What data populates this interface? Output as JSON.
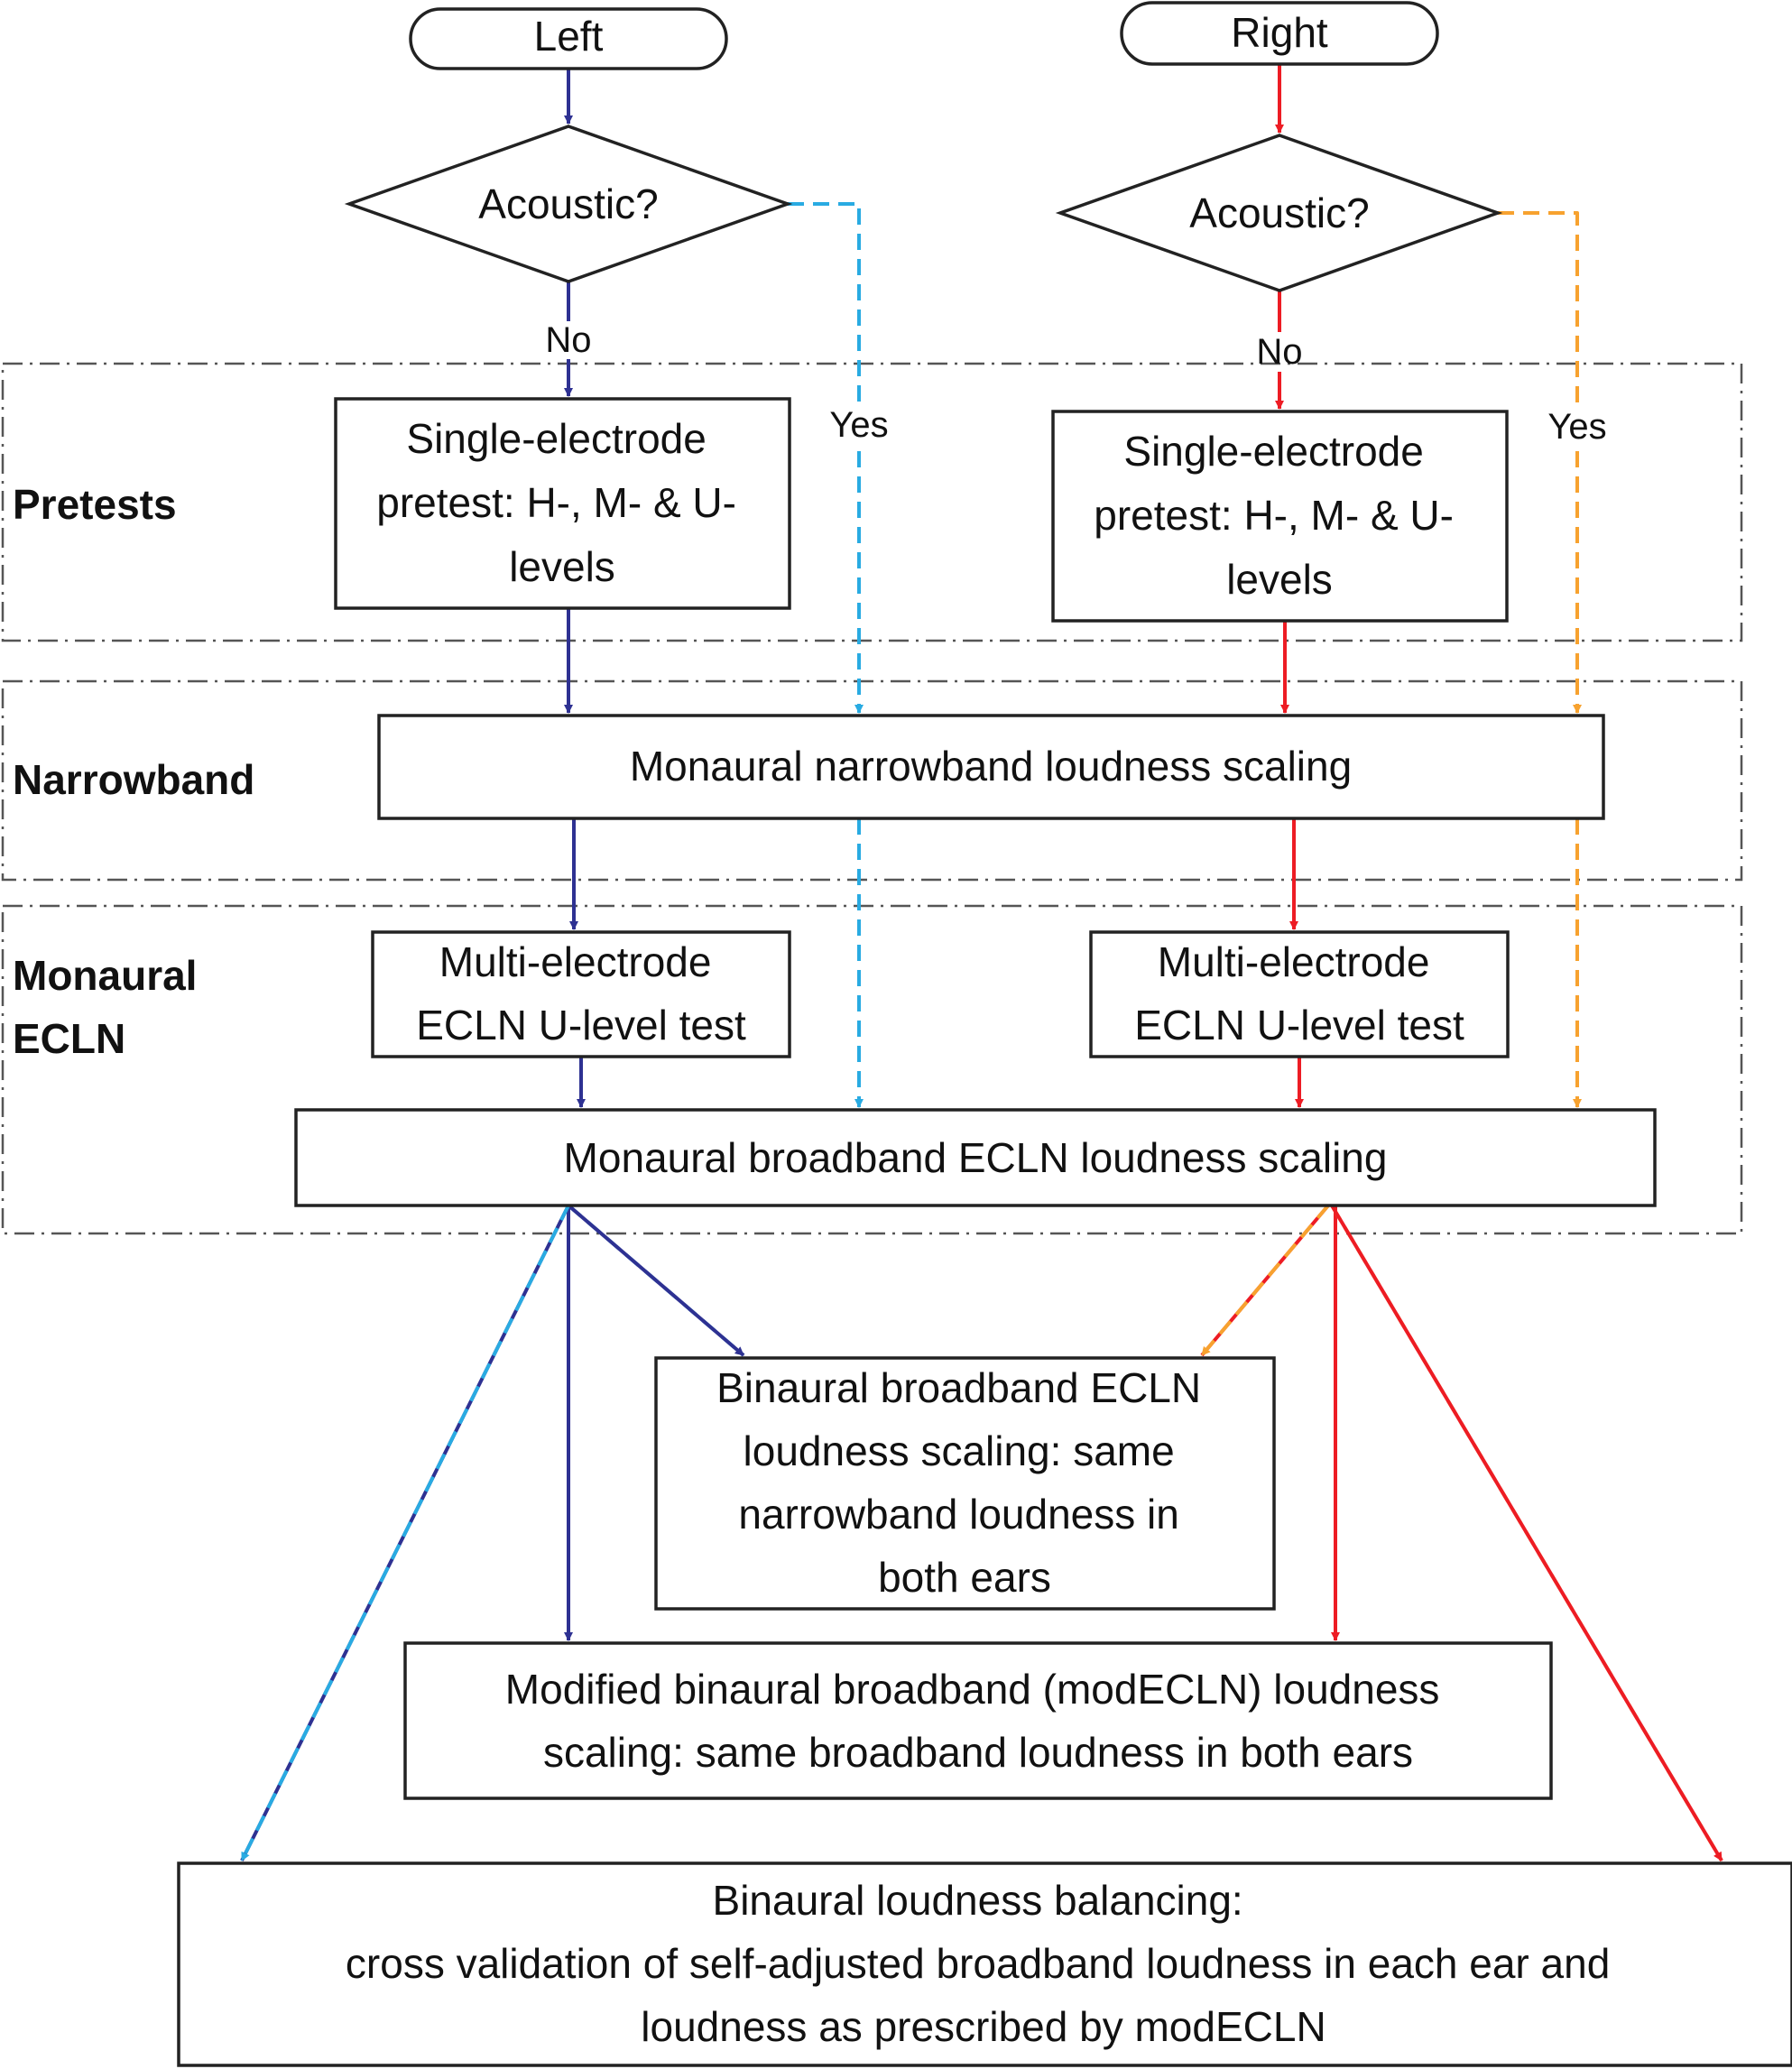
{
  "colors": {
    "left_no": "#2e3192",
    "left_yes": "#29abe2",
    "right_no": "#ed1c24",
    "right_yes": "#f7a22f"
  },
  "sections": {
    "pretests": "Pretests",
    "narrowband": "Narrowband",
    "monaural_line1": "Monaural",
    "monaural_line2": "ECLN"
  },
  "nodes": {
    "left_start": "Left",
    "right_start": "Right",
    "left_decision": "Acoustic?",
    "right_decision": "Acoustic?",
    "left_pretest": [
      "Single-electrode",
      "pretest: H-, M- & U-",
      "levels"
    ],
    "right_pretest": [
      "Single-electrode",
      "pretest: H-, M- & U-",
      "levels"
    ],
    "narrowband_scaling": "Monaural narrowband loudness scaling",
    "left_multi": [
      "Multi-electrode",
      "ECLN U-level test"
    ],
    "right_multi": [
      "Multi-electrode",
      "ECLN U-level test"
    ],
    "broadband_scaling": "Monaural broadband ECLN loudness scaling",
    "binaural_ecln": [
      "Binaural broadband ECLN",
      "loudness scaling: same",
      "narrowband loudness in",
      "both ears"
    ],
    "mod_ecln": [
      "Modified binaural broadband (modECLN) loudness",
      "scaling: same broadband loudness in both ears"
    ],
    "balancing": [
      "Binaural loudness balancing:",
      "cross validation of self-adjusted broadband loudness in each ear and",
      "loudness as prescribed by modECLN"
    ]
  },
  "edge_labels": {
    "left_no": "No",
    "left_yes": "Yes",
    "right_no": "No",
    "right_yes": "Yes"
  }
}
